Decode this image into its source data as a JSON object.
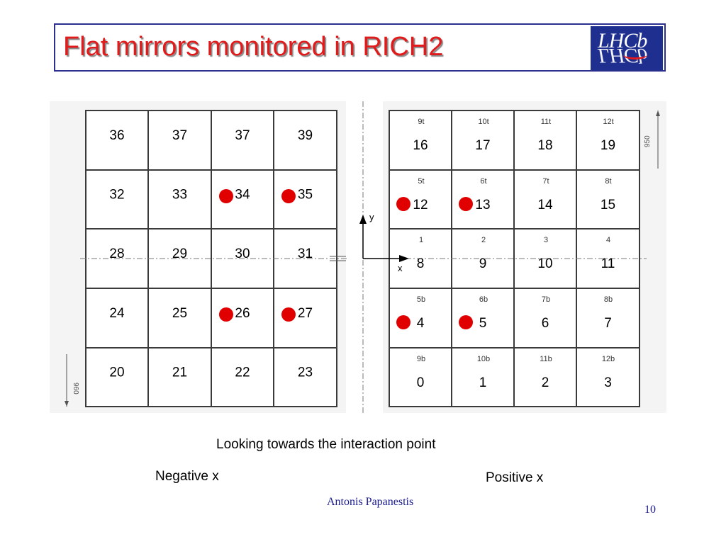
{
  "title": "Flat mirrors monitored in RICH2",
  "logo": {
    "text": "LHCb",
    "icon": "lhcb-logo-icon"
  },
  "left_grid": {
    "rows": [
      [
        "36",
        "37",
        "37",
        "39"
      ],
      [
        "32",
        "33",
        "34",
        "35"
      ],
      [
        "28",
        "29",
        "30",
        "31"
      ],
      [
        "24",
        "25",
        "26",
        "27"
      ],
      [
        "20",
        "21",
        "22",
        "23"
      ]
    ],
    "markers": [
      [
        1,
        2
      ],
      [
        1,
        3
      ],
      [
        3,
        2
      ],
      [
        3,
        3
      ]
    ],
    "dimension_label": "960"
  },
  "right_grid": {
    "rows": [
      [
        "16",
        "17",
        "18",
        "19"
      ],
      [
        "12",
        "13",
        "14",
        "15"
      ],
      [
        "8",
        "9",
        "10",
        "11"
      ],
      [
        "4",
        "5",
        "6",
        "7"
      ],
      [
        "0",
        "1",
        "2",
        "3"
      ]
    ],
    "labels": [
      [
        "9t",
        "10t",
        "11t",
        "12t"
      ],
      [
        "5t",
        "6t",
        "7t",
        "8t"
      ],
      [
        "1",
        "2",
        "3",
        "4"
      ],
      [
        "5b",
        "6b",
        "7b",
        "8b"
      ],
      [
        "9b",
        "10b",
        "11b",
        "12b"
      ]
    ],
    "markers": [
      [
        1,
        0
      ],
      [
        1,
        1
      ],
      [
        3,
        0
      ],
      [
        3,
        1
      ]
    ],
    "dimension_label": "950"
  },
  "axes": {
    "x_label": "x",
    "y_label": "y"
  },
  "marker_color": "#e00000",
  "captions": {
    "view": "Looking towards the interaction point",
    "negative": "Negative x",
    "positive": "Positive x"
  },
  "footer": {
    "author": "Antonis Papanestis",
    "page": "10"
  }
}
